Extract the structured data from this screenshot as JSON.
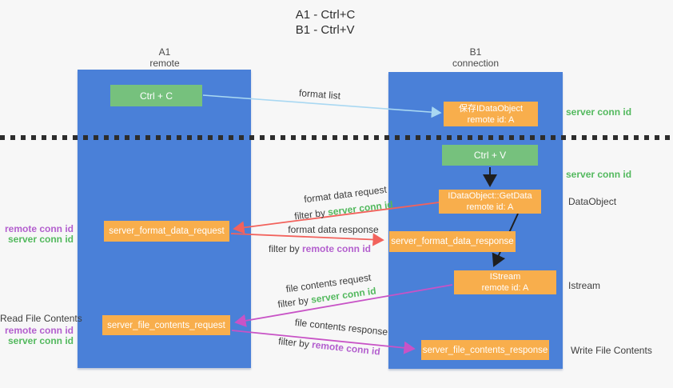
{
  "title": {
    "line1": "A1 - Ctrl+C",
    "line2": "B1 - Ctrl+V"
  },
  "lanes": {
    "left": {
      "header_line1": "A1",
      "header_line2": "remote"
    },
    "right": {
      "header_line1": "B1",
      "header_line2": "connection"
    }
  },
  "nodes": {
    "ctrl_c": "Ctrl + C",
    "save_idataobject_line1": "保存IDataObject",
    "save_idataobject_line2": "remote id: A",
    "ctrl_v": "Ctrl + V",
    "getdata_line1": "IDataObject::GetData",
    "getdata_line2": "remote id: A",
    "format_request": "server_format_data_request",
    "format_response": "server_format_data_response",
    "istream_line1": "IStream",
    "istream_line2": "remote id: A",
    "file_request": "server_file_contents_request",
    "file_response": "server_file_contents_response"
  },
  "side_labels": {
    "server_conn_id_top": "server conn id",
    "server_conn_id_mid": "server conn id",
    "dataobject": "DataObject",
    "istream": "Istream",
    "write_file_contents": "Write File Contents",
    "read_file_contents": "Read File Contents",
    "remote_conn_id_left1": "remote conn id",
    "server_conn_id_left1": "server conn id",
    "remote_conn_id_left2": "remote conn id",
    "server_conn_id_left2": "server conn id"
  },
  "arrow_labels": {
    "format_list": "format list",
    "format_data_request": "format data request",
    "filter_by_prefix_1": "filter by ",
    "filter_by_value_1": "server conn id",
    "format_data_response": "format data response",
    "filter_by_prefix_2": "filter by ",
    "filter_by_value_2": "remote conn id",
    "file_contents_request": "file contents request",
    "filter_by_prefix_3": "filter by ",
    "filter_by_value_3": "server conn id",
    "file_contents_response": "file contents response",
    "filter_by_prefix_4": "filter by ",
    "filter_by_value_4": "remote conn id"
  },
  "colors": {
    "lane_blue": "#4a80d8",
    "node_green": "#76c17d",
    "node_orange": "#f8ae4c",
    "text_green": "#53b95e",
    "text_purple": "#b35fce",
    "arrow_light_blue": "#a9d8f2",
    "arrow_red": "#f2625c",
    "arrow_magenta": "#c853c6",
    "arrow_black": "#1f1f1f",
    "background": "#f7f7f7"
  }
}
